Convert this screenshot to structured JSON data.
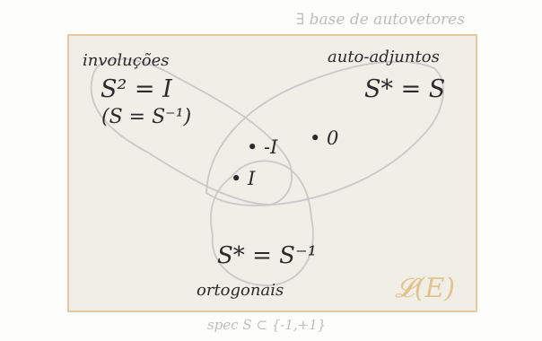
{
  "header_note": "∃ base de autovetores",
  "footer_note": "spec S ⊂ {-1,+1}",
  "space_label": "𝓛(E)",
  "sets": {
    "involutions": {
      "title": "involuções",
      "formula_main": "S² = I",
      "formula_alt": "(S = S⁻¹)"
    },
    "self_adjoint": {
      "title": "auto-adjuntos",
      "formula": "S* = S"
    },
    "orthogonal": {
      "title": "ortogonais",
      "formula": "S* = S⁻¹"
    }
  },
  "points": {
    "minus_identity": "• -I",
    "identity": "• I",
    "zero": "• 0"
  },
  "colors": {
    "background": "#fdfdfc",
    "box_fill": "#f1ede7",
    "box_stroke": "#e4c8a2",
    "set_stroke": "#c9c9c9",
    "ink": "#2a2a2a",
    "light_ink": "#bdbdbd",
    "accent": "#e2c38e"
  }
}
